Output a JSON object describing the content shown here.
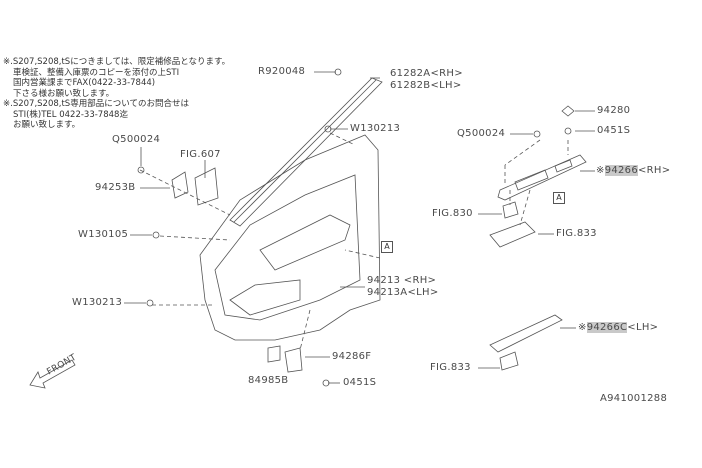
{
  "notes": [
    "※.S207,S208,tSにつきましては、限定補修品となります。",
    "車検証、整備入庫票のコピーを添付の上STI",
    "国内営業課までFAX(0422-33-7844)",
    "下さる様お願い致します。",
    "※.S207,S208,tS専用部品についてのお問合せは",
    "STI(株)TEL 0422-33-7848迄",
    "お願い致します。"
  ],
  "labels": {
    "r920048": "R920048",
    "p61282a": "61282A<RH>",
    "p61282b": "61282B<LH>",
    "w130213_top": "W130213",
    "q500024_left": "Q500024",
    "fig607": "FIG.607",
    "p94253b": "94253B",
    "w130105": "W130105",
    "ref_a_left": "A",
    "p94213": "94213 <RH>",
    "p94213a": "94213A<LH>",
    "w130213_bottom": "W130213",
    "p94286f": "94286F",
    "p84985b": "84985B",
    "p0451s_bottom": "0451S",
    "front": "FRONT",
    "p94280": "94280",
    "p0451s_right": "0451S",
    "q500024_right": "Q500024",
    "p94266_mark": "※",
    "p94266": "94266",
    "p94266_side": "<RH>",
    "ref_a_right": "A",
    "fig830": "FIG.830",
    "fig833_top": "FIG.833",
    "p94266c_mark": "※",
    "p94266c": "94266C",
    "p94266c_side": "<LH>",
    "fig833_bottom": "FIG.833",
    "diagram_id": "A941001288"
  }
}
